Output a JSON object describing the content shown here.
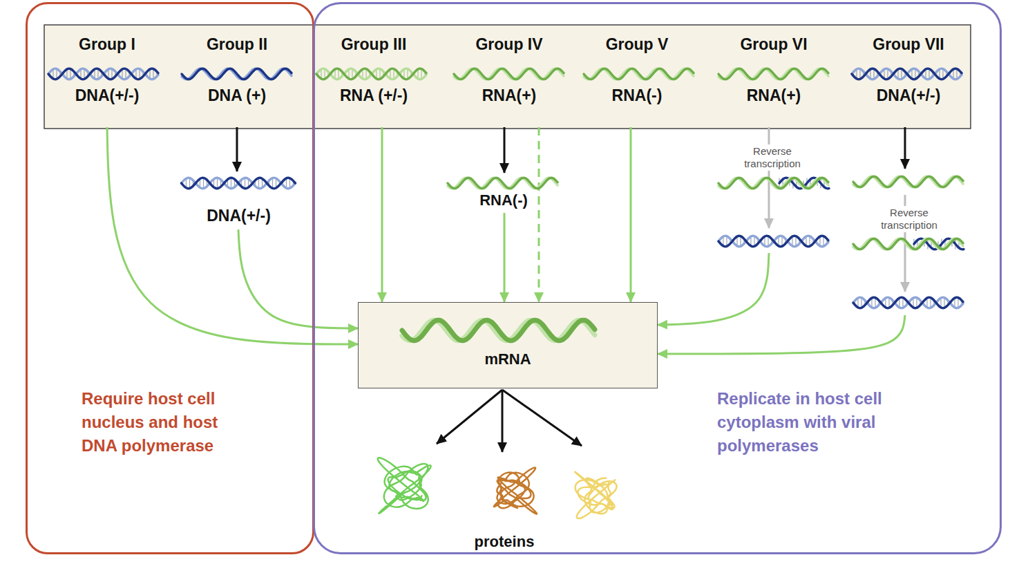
{
  "diagram": {
    "nodes": [
      {
        "text": [
          "Require host cell nucleus and host DNA polymerase"
        ]
      },
      {
        "text": [
          "Group I",
          "DNA(+/-)"
        ],
        "in": 0
      },
      {
        "text": [
          "Group II",
          "DNA (+)"
        ],
        "in": 0
      },
      {
        "text": [
          "DNA(+/-)"
        ],
        "in": 0
      },
      {
        "text": [
          "Replicate in host cell cytoplasm with viral polymerases"
        ]
      },
      {
        "text": [
          "Group III",
          "RNA (+/-)"
        ],
        "in": 4
      },
      {
        "text": [
          "Group IV",
          "RNA(+)"
        ],
        "in": 4
      },
      {
        "text": [
          "RNA(-)"
        ],
        "in": 4
      },
      {
        "text": [
          "Group V",
          "RNA(-)"
        ],
        "in": 4
      },
      {
        "text": [
          "Group VI",
          "RNA(+)"
        ],
        "in": 4
      },
      {
        "text": [
          "Group VII",
          "DNA(+/-)"
        ],
        "in": 4
      },
      {
        "text": [
          "mRNA"
        ],
        "in": 4
      }
    ],
    "edges": [
      {
        "from": 1,
        "to": 11,
        "arrow": "to"
      },
      {
        "from": 2,
        "to": 3,
        "arrow": "to"
      },
      {
        "from": 3,
        "to": 11,
        "arrow": "to"
      },
      {
        "from": 5,
        "to": 11,
        "arrow": "to"
      },
      {
        "from": 6,
        "to": 7,
        "arrow": "to"
      },
      {
        "from": 7,
        "to": 11,
        "arrow": "to"
      },
      {
        "from": 6,
        "to": 11,
        "arrow": "to"
      },
      {
        "from": 8,
        "to": 11,
        "arrow": "to"
      },
      {
        "from": 9,
        "to": 11,
        "label": "Reverse transcription",
        "arrow": "to"
      },
      {
        "from": 10,
        "to": 11,
        "label": "Reverse transcription",
        "arrow": "to"
      }
    ],
    "labels": [
      "proteins"
    ]
  }
}
